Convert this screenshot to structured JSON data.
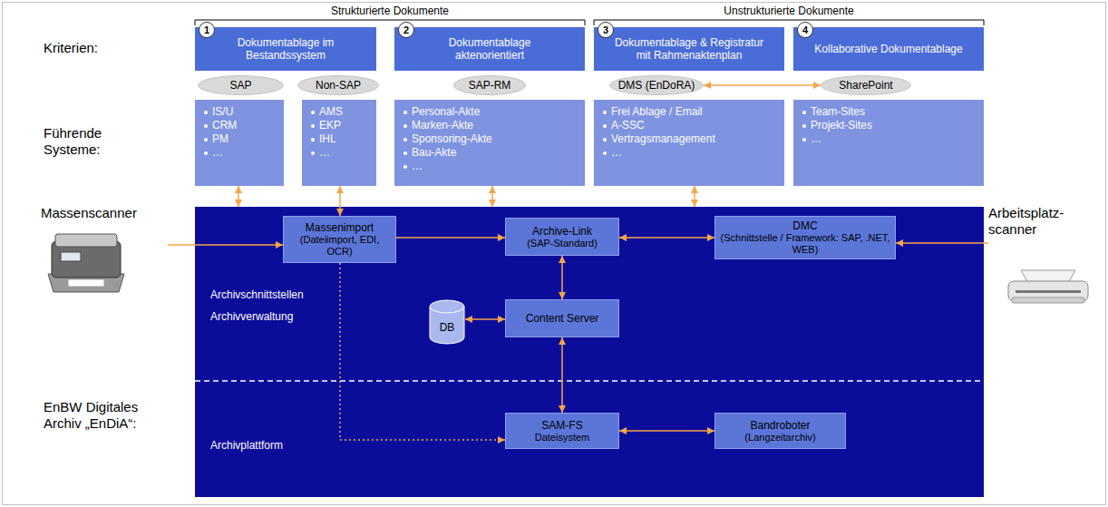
{
  "diagram": {
    "nodes": [
      {
        "text": [
          "Dokumentablage im Bestandssystem"
        ]
      },
      {
        "text": [
          "1"
        ],
        "in": 0
      },
      {
        "text": [
          "Dokumentablage aktenorientiert"
        ]
      },
      {
        "text": [
          "2"
        ],
        "in": 2
      },
      {
        "text": [
          "Dokumentablage & Registratur mit Rahmenaktenplan"
        ]
      },
      {
        "text": [
          "3"
        ],
        "in": 4
      },
      {
        "text": [
          "Kollaborative Dokumentablage"
        ]
      },
      {
        "text": [
          "4"
        ],
        "in": 6
      },
      {
        "text": [
          "SAP"
        ]
      },
      {
        "text": [
          "Non-SAP"
        ]
      },
      {
        "text": [
          "SAP-RM"
        ]
      },
      {
        "text": [
          "DMS (EnDoRA)"
        ]
      },
      {
        "text": [
          "SharePoint"
        ]
      },
      {
        "text": [
          "IS/U",
          "CRM",
          "PM",
          "…"
        ]
      },
      {
        "text": [
          "AMS",
          "EKP",
          "IHL",
          "…"
        ]
      },
      {
        "text": [
          "Personal-Akte",
          "Marken-Akte",
          "Sponsoring-Akte",
          "Bau-Akte",
          "…"
        ]
      },
      {
        "text": [
          "Frei Ablage / Email",
          "A-SSC",
          "Vertragsmanagement",
          "…"
        ]
      },
      {
        "text": [
          "Team-Sites",
          "Projekt-Sites",
          "…"
        ]
      },
      {
        "text": [
          "Massenscanner"
        ]
      },
      {
        "text": [
          "EnBW Digitales Archiv „EnDiA“:",
          "Archivschnittstellen",
          "Archivverwaltung",
          "Archivplattform"
        ]
      },
      {
        "text": [
          "Massenimport",
          "(Dateiimport, EDI, OCR)"
        ],
        "in": 19
      },
      {
        "text": [
          "Archive-Link",
          "(SAP-Standard)"
        ],
        "in": 19
      },
      {
        "text": [
          "DMC",
          "(Schnittstelle / Framework: SAP, .NET, WEB)"
        ],
        "in": 19
      },
      {
        "text": [
          "DB"
        ],
        "in": 19
      },
      {
        "text": [
          "Content Server"
        ],
        "in": 19
      },
      {
        "text": [
          "SAM-FS",
          "Dateisystem"
        ],
        "in": 19
      },
      {
        "text": [
          "Bandroboter",
          "(Langzeitarchiv)"
        ],
        "in": 19
      },
      {
        "text": [
          "Arbeitsplatz- scanner"
        ]
      }
    ],
    "edges": [
      {
        "from": 11,
        "to": 12,
        "arrow": "both"
      },
      {
        "from": 13,
        "to": 19,
        "arrow": "both"
      },
      {
        "from": 14,
        "to": 20,
        "arrow": "both"
      },
      {
        "from": 15,
        "to": 19,
        "arrow": "both"
      },
      {
        "from": 16,
        "to": 19,
        "arrow": "both"
      },
      {
        "from": 18,
        "to": 20,
        "arrow": "to"
      },
      {
        "from": 20,
        "to": 21,
        "arrow": "to"
      },
      {
        "from": 21,
        "to": 22,
        "arrow": "both"
      },
      {
        "from": 21,
        "to": 24,
        "arrow": "both"
      },
      {
        "from": 23,
        "to": 24,
        "arrow": "both"
      },
      {
        "from": 24,
        "to": 25,
        "arrow": "both"
      },
      {
        "from": 25,
        "to": 26,
        "arrow": "both"
      },
      {
        "from": 20,
        "to": 25,
        "arrow": "to"
      },
      {
        "from": 27,
        "to": 22,
        "arrow": "to"
      }
    ],
    "labels": [
      "Strukturierte Dokumente",
      "Unstrukturierte Dokumente",
      "Kriterien:",
      "Führende Systeme:"
    ]
  }
}
